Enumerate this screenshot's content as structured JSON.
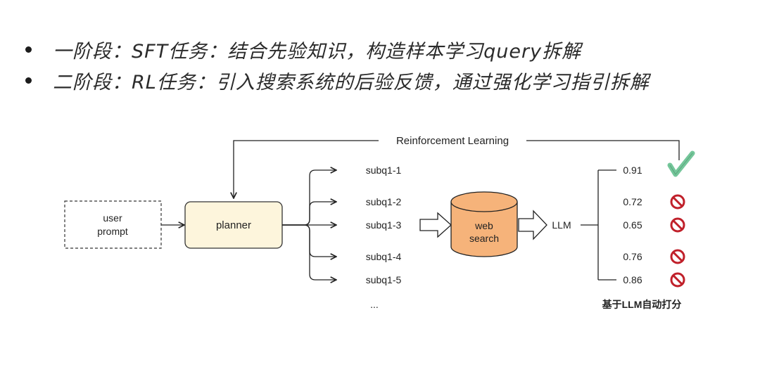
{
  "bullets": [
    "一阶段：SFT任务：结合先验知识，构造样本学习query拆解",
    "二阶段：RL任务：引入搜索系统的后验反馈，通过强化学习指引拆解"
  ],
  "diagram": {
    "feedback_label": "Reinforcement Learning",
    "user_prompt": [
      "user",
      "prompt"
    ],
    "planner": "planner",
    "subqueries": [
      "subq1-1",
      "subq1-2",
      "subq1-3",
      "subq1-4",
      "subq1-5"
    ],
    "ellipsis": "...",
    "web_search": [
      "web",
      "search"
    ],
    "llm": "LLM",
    "scores": [
      {
        "value": "0.91",
        "status": "check-icon"
      },
      {
        "value": "0.72",
        "status": "prohibited-icon"
      },
      {
        "value": "0.65",
        "status": "prohibited-icon"
      },
      {
        "value": "0.76",
        "status": "prohibited-icon"
      },
      {
        "value": "0.86",
        "status": "prohibited-icon"
      }
    ],
    "score_caption": "基于LLM自动打分"
  },
  "colors": {
    "planner_fill": "#fdf5dc",
    "web_search_fill": "#f6b37a",
    "check": "#74c69a",
    "prohibited": "#c0202a",
    "line": "#222222"
  }
}
